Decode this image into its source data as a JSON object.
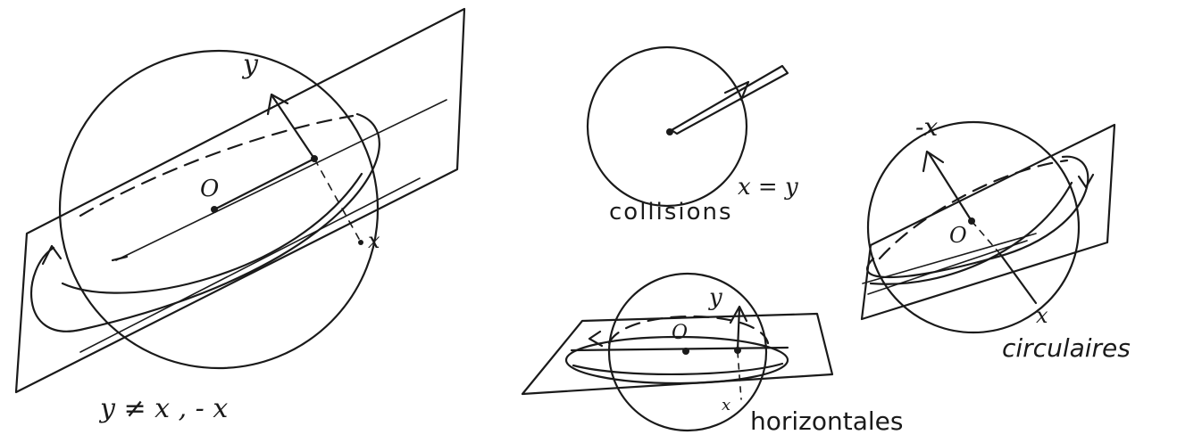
{
  "figures": {
    "general": {
      "label_y": "y",
      "label_x": "x",
      "label_origin": "O",
      "caption": "y ≠ x , - x"
    },
    "collisions": {
      "label_xy": "x = y",
      "caption": "collisions"
    },
    "horizontal": {
      "label_y": "y",
      "label_x": "x",
      "label_origin": "O",
      "caption": "horizontales"
    },
    "circular": {
      "label_minus_x": "-x",
      "label_x": "x",
      "label_origin": "O",
      "caption": "circulaires"
    }
  }
}
